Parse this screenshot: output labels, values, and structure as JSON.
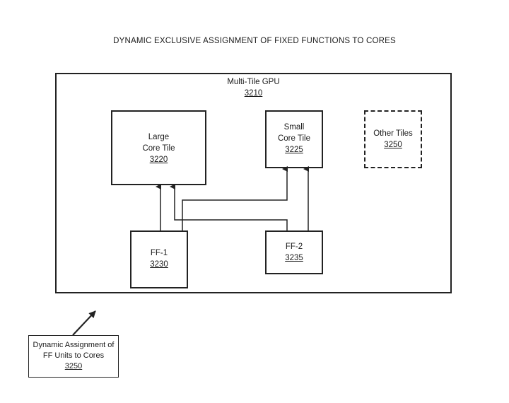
{
  "title": "DYNAMIC EXCLUSIVE ASSIGNMENT OF FIXED FUNCTIONS TO CORES",
  "gpu": {
    "name": "Multi-Tile GPU",
    "ref": "3210"
  },
  "large_tile": {
    "line1": "Large",
    "line2": "Core Tile",
    "ref": "3220"
  },
  "small_tile": {
    "line1": "Small",
    "line2": "Core Tile",
    "ref": "3225"
  },
  "other_tiles": {
    "name": "Other Tiles",
    "ref": "3250"
  },
  "ff1": {
    "name": "FF-1",
    "ref": "3230"
  },
  "ff2": {
    "name": "FF-2",
    "ref": "3235"
  },
  "assignment": {
    "line1": "Dynamic Assignment of",
    "line2": "FF Units to Cores",
    "ref": "3250"
  }
}
